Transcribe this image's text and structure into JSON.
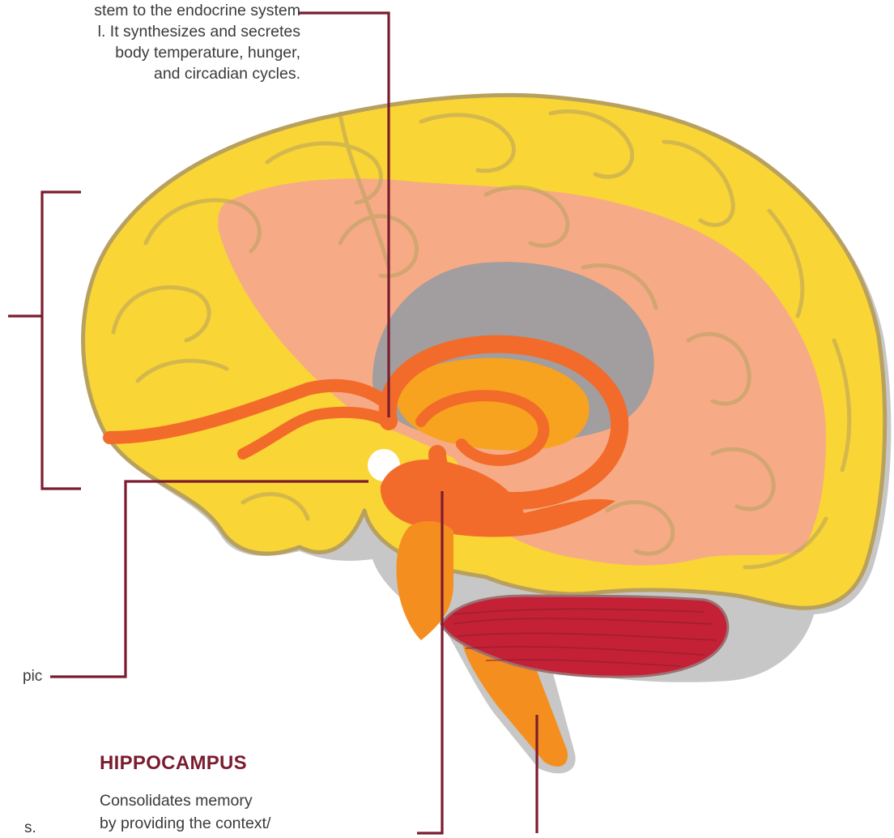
{
  "colors": {
    "leader_line": "#7b1c2e",
    "title_accent": "#7b1c2e",
    "cerebrum": "#f9d535",
    "cerebrum_outline": "#b8a15f",
    "inner_cortex": "#f6ab86",
    "thalamus": "#a29d9e",
    "limbic_pathway": "#f26b2a",
    "hypothalamus": "#f7a31f",
    "brainstem": "#f48f1f",
    "cerebellum": "#c42137"
  },
  "hypothalamus_text": {
    "lines": [
      "stem to the endocrine system",
      "l. It synthesizes and secretes",
      "body temperature, hunger,",
      "and circadian cycles."
    ]
  },
  "amygdala_snippet": "pic",
  "bottom_left_snippet": "s.",
  "hippocampus": {
    "title": "HIPPOCAMPUS",
    "lines": [
      "Consolidates memory",
      "by providing the context/"
    ]
  }
}
